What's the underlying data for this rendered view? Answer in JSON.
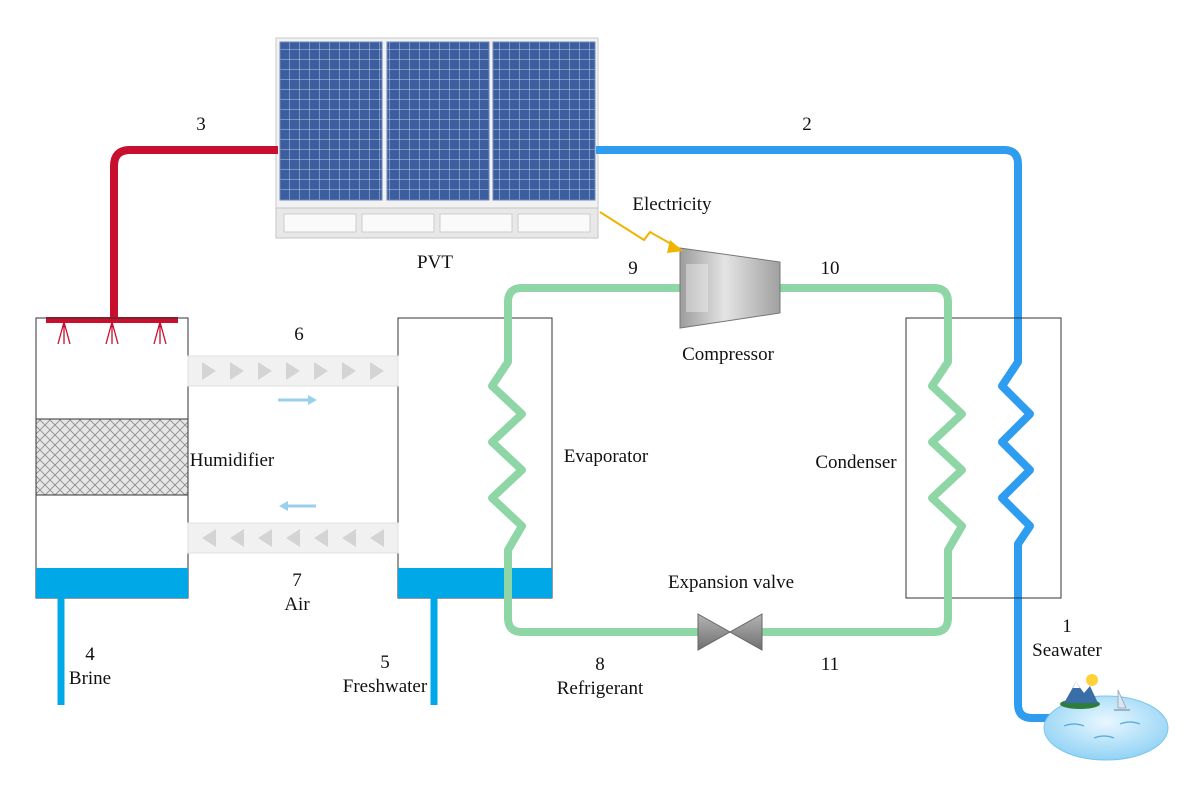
{
  "colors": {
    "hot_water": "#c8102e",
    "cold_water": "#2e9df0",
    "refrigerant": "#8fd6a6",
    "water_pool": "#00a8e8",
    "electricity": "#f0b400",
    "air_arrow": "#9ccfee",
    "outline": "#333333"
  },
  "labels": {
    "pvt": "PVT",
    "electricity": "Electricity",
    "compressor": "Compressor",
    "humidifier": "Humidifier",
    "evaporator": "Evaporator",
    "condenser": "Condenser",
    "expansion_valve": "Expansion valve",
    "air": "Air",
    "brine": "Brine",
    "freshwater": "Freshwater",
    "refrigerant": "Refrigerant",
    "seawater": "Seawater"
  },
  "state_points": [
    "1",
    "2",
    "3",
    "4",
    "5",
    "6",
    "7",
    "8",
    "9",
    "10",
    "11"
  ],
  "icons": {
    "pv_panel": "pv-panel-icon",
    "compressor": "compressor-icon",
    "valve": "expansion-valve-icon",
    "sea": "sea-island-icon"
  }
}
